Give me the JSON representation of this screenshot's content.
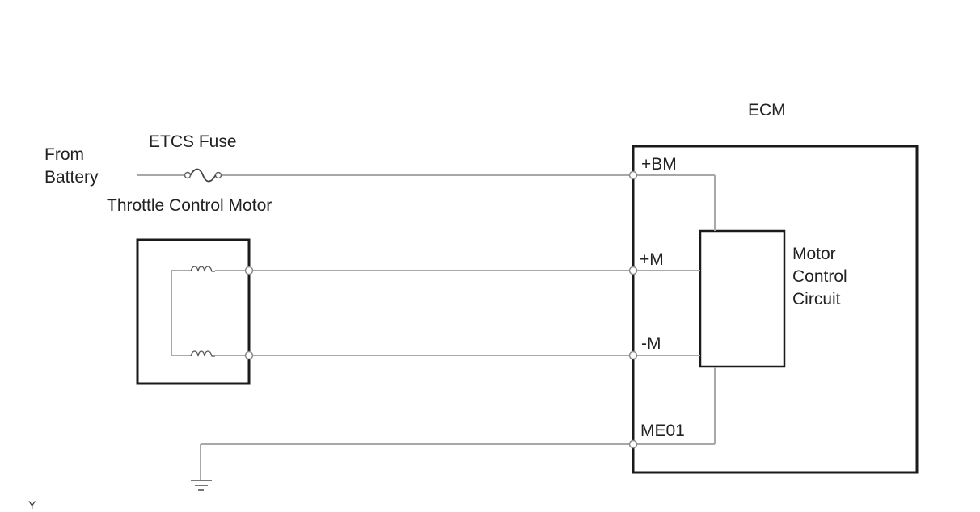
{
  "labels": {
    "ecm": "ECM",
    "etcs_fuse": "ETCS Fuse",
    "from": "From",
    "battery": "Battery",
    "throttle_motor": "Throttle Control Motor",
    "motor_control_line1": "Motor",
    "motor_control_line2": "Control",
    "motor_control_line3": "Circuit",
    "corner_mark": "Y"
  },
  "pins": {
    "bm": "+BM",
    "plus_m": "+M",
    "minus_m": "-M",
    "me01": "ME01"
  }
}
